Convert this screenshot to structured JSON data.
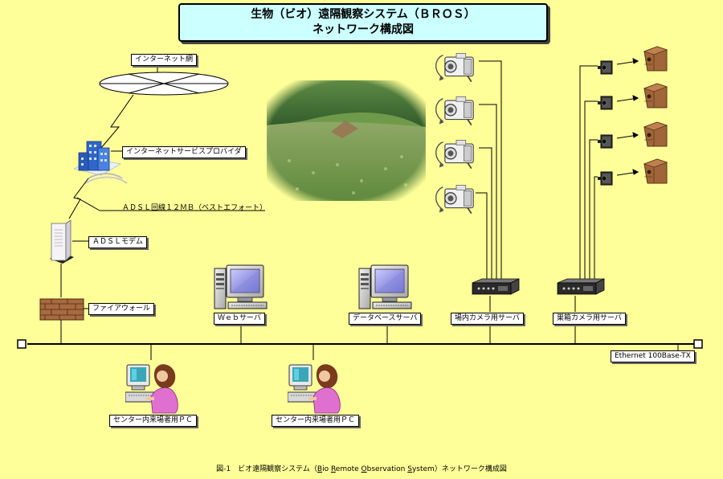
{
  "title": {
    "line1": "生物（ビオ）遠隔観察システム（ＢＲＯＳ）",
    "line2": "ネットワーク構成図"
  },
  "labels": {
    "internet": "インターネット網",
    "isp": "インターネットサービスプロバイダ",
    "adsl_line": "ＡＤＳＬ回線１２ＭＢ（ベストエフォート）",
    "adsl_modem": "ＡＤＳＬモデム",
    "firewall": "ファイアウォール",
    "web_server": "Ｗｅｂサーバ",
    "db_server": "データベースサーバ",
    "field_camera_server": "場内カメラ用サーバ",
    "nest_camera_server": "巣箱カメラ用サーバ",
    "ethernet": "Ethernet 100Base-TX",
    "pc_left": "センター内来場者用ＰＣ",
    "pc_right": "センター内来場者用ＰＣ"
  },
  "caption": {
    "prefix": "図-1　ビオ遠隔観察システム（",
    "b": "B",
    "b_rest": "io ",
    "r": "R",
    "r_rest": "emote ",
    "o": "O",
    "o_rest": "bservation ",
    "s": "S",
    "s_rest": "ystem",
    "suffix": "）ネットワーク構成図"
  },
  "colors": {
    "background": "#ffff99",
    "title_fill": "#ccffff"
  },
  "icons": [
    "internet-cloud-icon",
    "isp-building-icon",
    "adsl-modem-icon",
    "firewall-icon",
    "web-server-computer-icon",
    "db-server-computer-icon",
    "field-camera-server-icon",
    "nest-camera-server-icon",
    "field-camera-icon",
    "nest-camera-icon",
    "birdhouse-icon",
    "visitor-pc-icon",
    "field-photo"
  ]
}
